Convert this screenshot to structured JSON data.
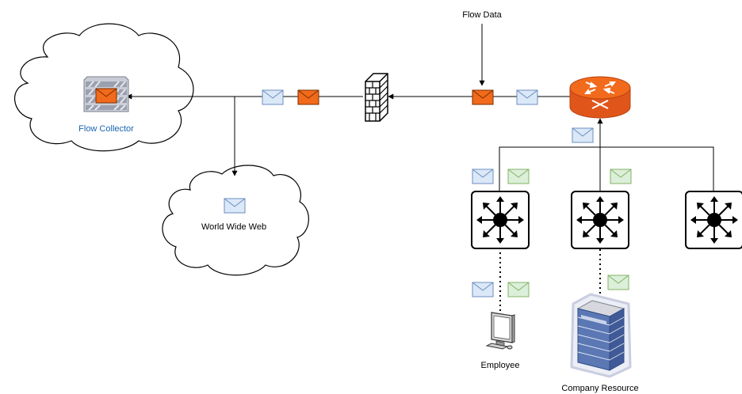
{
  "labels": {
    "flow_data": "Flow Data",
    "flow_collector": "Flow Collector",
    "world_wide_web": "World Wide Web",
    "employee": "Employee",
    "company_resource": "Company Resource"
  },
  "colors": {
    "router": "#f26a1b",
    "packet_orange": "#f26a1b",
    "packet_blue": "#dbe8f8",
    "packet_green": "#dcefd9",
    "collector_label": "#1a64b0"
  },
  "icons": {
    "router": "router-icon",
    "firewall": "firewall-icon",
    "switch": "layer3-switch-icon",
    "workstation": "workstation-icon",
    "server": "server-rack-icon",
    "cloud": "cloud-icon",
    "packet": "envelope-icon"
  }
}
